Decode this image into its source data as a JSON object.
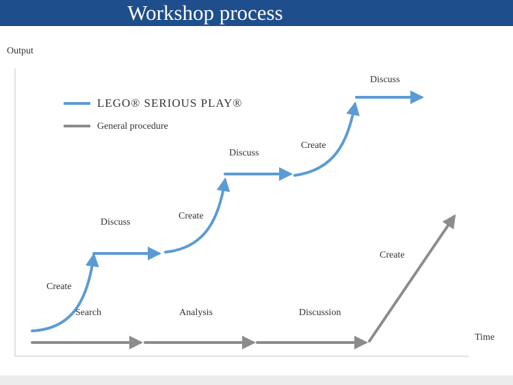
{
  "title": "Workshop process",
  "axes": {
    "y_label": "Output",
    "x_label": "Time"
  },
  "legend": {
    "lego": "LEGO® SERIOUS PLAY®",
    "general": "General procedure"
  },
  "lego_steps": [
    "Create",
    "Discuss",
    "Create",
    "Discuss",
    "Create",
    "Discuss"
  ],
  "general_steps": [
    "Search",
    "Analysis",
    "Discussion",
    "Create"
  ],
  "colors": {
    "title_bg": "#1f4e8c",
    "lego": "#5b9bd5",
    "general": "#8c8c8c"
  }
}
